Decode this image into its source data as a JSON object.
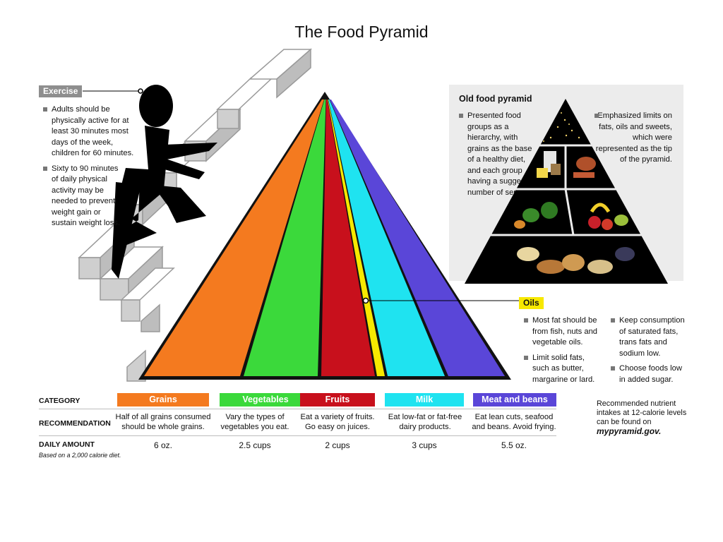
{
  "title": "The Food Pyramid",
  "exercise": {
    "label": "Exercise",
    "bullets": [
      "Adults should be physically active for at least 30 minutes most days of the week, children for 60 minutes.",
      "Sixty to 90 minutes of daily physical activity may be needed to prevent weight gain or sustain weight loss."
    ]
  },
  "old_pyramid": {
    "title": "Old food pyramid",
    "left_text": "Presented food groups as a hierarchy, with grains as the base of a healthy diet, and each group having a suggested number of servings.",
    "right_text": "Emphasized limits on fats, oils and sweets, which were represented as the tip of the pyramid."
  },
  "oils": {
    "label": "Oils",
    "bullets": [
      "Most fat should be from fish, nuts and vegetable oils.",
      "Limit solid fats, such as butter, margarine or lard.",
      "Keep consumption of saturated fats, trans fats and sodium low.",
      "Choose foods low in added sugar."
    ]
  },
  "table": {
    "category_label": "CATEGORY",
    "recommendation_label": "RECOMMENDATION",
    "amount_label": "DAILY AMOUNT",
    "footnote": "Based on a 2,000 calorie diet.",
    "groups": [
      {
        "name": "Grains",
        "color": "#f47a1f",
        "recommendation": "Half of all grains consumed should be whole grains.",
        "amount": "6 oz."
      },
      {
        "name": "Vegetables",
        "color": "#3bd93b",
        "recommendation": "Vary the types of vegetables you eat.",
        "amount": "2.5 cups"
      },
      {
        "name": "Fruits",
        "color": "#c8101c",
        "recommendation": "Eat a variety of fruits. Go easy on juices.",
        "amount": "2 cups"
      },
      {
        "name": "Milk",
        "color": "#1fe3f0",
        "recommendation": "Eat low-fat or fat-free dairy products.",
        "amount": "3 cups"
      },
      {
        "name": "Meat and beans",
        "color": "#5a46d8",
        "recommendation": "Eat lean cuts, seafood and beans. Avoid frying.",
        "amount": "5.5 oz."
      }
    ]
  },
  "nutrient_note": {
    "text": "Recommended nutrient intakes at 12-calorie levels can be found on",
    "url": "mypyramid.gov."
  },
  "colors": {
    "oils": "#f7e800",
    "exercise_tag": "#8e8e8e",
    "pyramid_outline": "#111111"
  }
}
